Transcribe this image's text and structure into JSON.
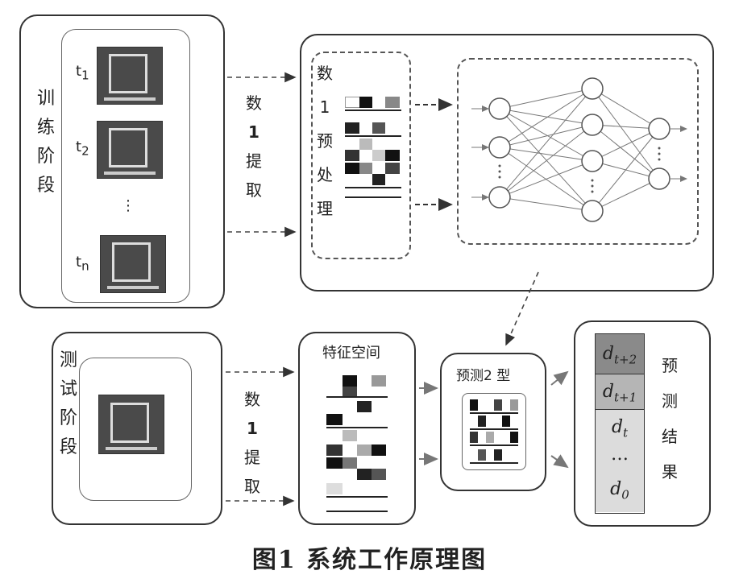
{
  "training": {
    "stage_label": [
      "训",
      "练",
      "阶",
      "段"
    ],
    "frames": [
      "t1",
      "t2",
      "⋮",
      "tn"
    ],
    "extract_label": [
      "数",
      "1",
      "提",
      "取"
    ],
    "preprocess_label": [
      "数",
      "1",
      "预",
      "处",
      "理"
    ]
  },
  "testing": {
    "stage_label": [
      "测",
      "试",
      "阶",
      "段"
    ],
    "extract_label": [
      "数",
      "1",
      "提",
      "取"
    ],
    "feature_space": "特征空间",
    "model_label": "预测2 型"
  },
  "results": {
    "label": [
      "预",
      "测",
      "结",
      "果"
    ],
    "cells": [
      "d_{t+2}",
      "d_{t+1}",
      "d_t",
      "…",
      "d_0"
    ]
  },
  "caption": "图1  系统工作原理图"
}
